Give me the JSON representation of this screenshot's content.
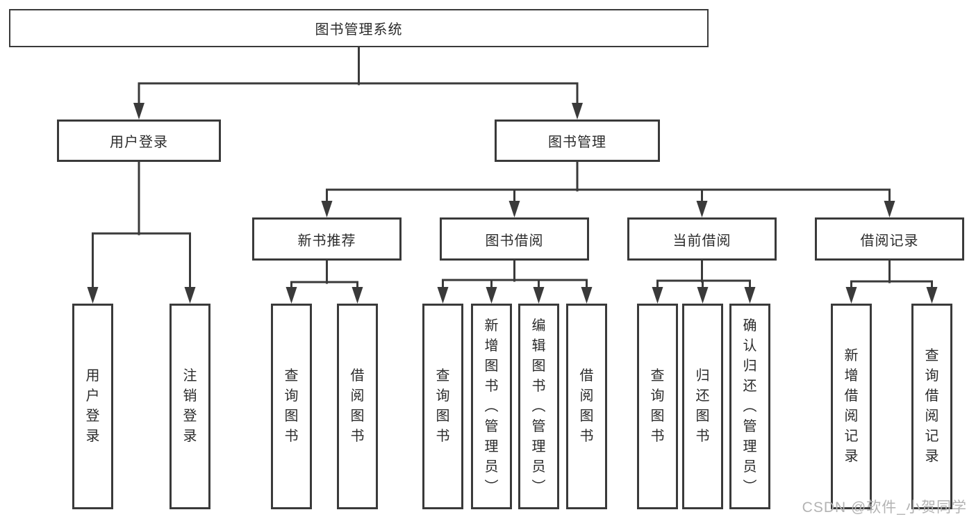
{
  "diagram": {
    "root_label": "图书管理系统",
    "branches": [
      {
        "label": "用户登录",
        "children": [
          {
            "label": "用户登录"
          },
          {
            "label": "注销登录"
          }
        ]
      },
      {
        "label": "图书管理",
        "children": [
          {
            "label": "新书推荐",
            "children": [
              {
                "label": "查询图书"
              },
              {
                "label": "借阅图书"
              }
            ]
          },
          {
            "label": "图书借阅",
            "children": [
              {
                "label": "查询图书"
              },
              {
                "label": "新增图书（管理员）"
              },
              {
                "label": "编辑图书（管理员）"
              },
              {
                "label": "借阅图书"
              }
            ]
          },
          {
            "label": "当前借阅",
            "children": [
              {
                "label": "查询图书"
              },
              {
                "label": "归还图书"
              },
              {
                "label": "确认归还（管理员）"
              }
            ]
          },
          {
            "label": "借阅记录",
            "children": [
              {
                "label": "新增借阅记录"
              },
              {
                "label": "查询借阅记录"
              }
            ]
          }
        ]
      }
    ]
  },
  "watermark": {
    "text": "CSDN @软件_小贺同学"
  },
  "colors": {
    "line": "#3a3a3a",
    "text": "#2b2b2b",
    "watermark": "#b3b3b3",
    "background": "#ffffff"
  }
}
